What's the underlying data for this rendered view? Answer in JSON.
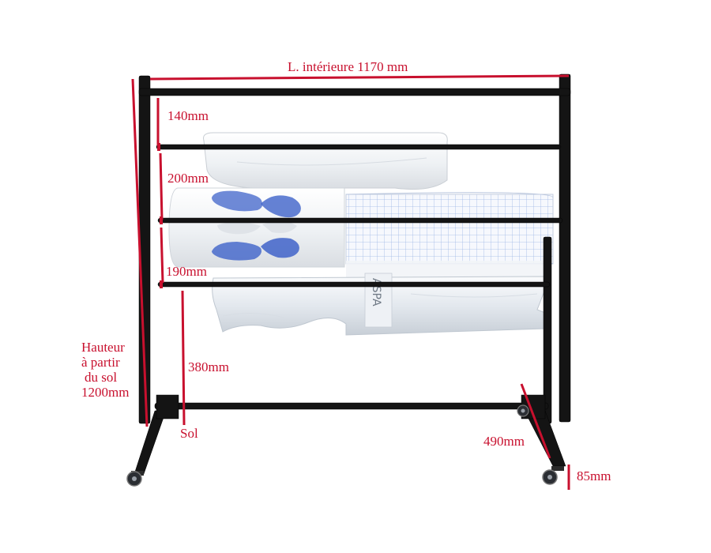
{
  "labels": {
    "width_label": "L. intérieure 1170 mm",
    "gap_top": "140mm",
    "gap_second": "200mm",
    "gap_third": "190mm",
    "gap_bottom": "380mm",
    "floor_label": "Sol",
    "depth_label": "490mm",
    "wheel_label": "85mm",
    "height_lines": [
      "Hauteur",
      "à partir",
      "du  sol",
      "1200mm"
    ]
  },
  "colors": {
    "dimension": "#c8102e",
    "frame": "#111111",
    "roll_white": "#f3f5f7",
    "roll_clear": "#e6eaef",
    "grid_blue": "#7d9fd6",
    "footprint_blue": "#3f63c9"
  }
}
